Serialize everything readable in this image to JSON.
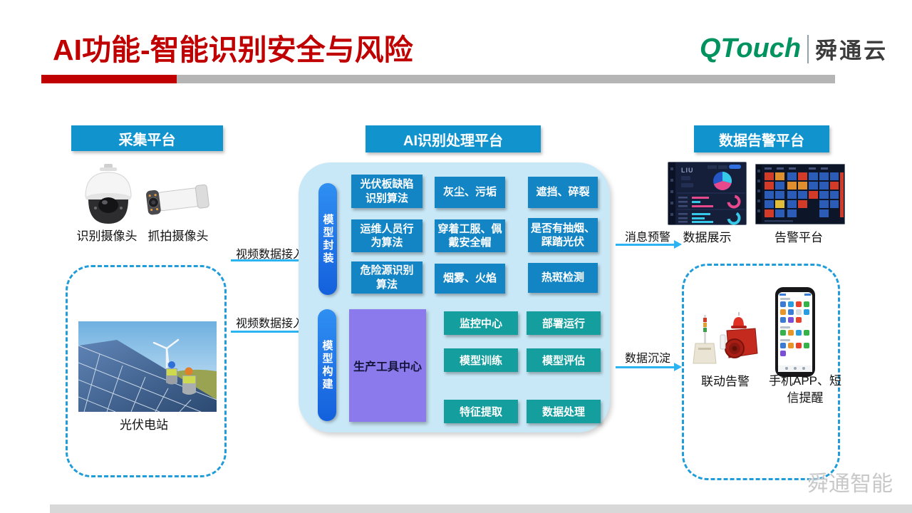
{
  "header": {
    "title": "AI功能-智能识别安全与风险",
    "logo_brand": "QTouch",
    "logo_cn": "舜通云"
  },
  "collection_platform": {
    "title": "采集平台",
    "camera1_label": "识别摄像头",
    "camera2_label": "抓拍摄像头",
    "site_label": "光伏电站"
  },
  "ai_platform": {
    "title": "AI识别处理平台",
    "bar_top": "模型封装",
    "bar_bottom": "模型构建",
    "algo_boxes": [
      {
        "label": "光伏板缺陷\n识别算法"
      },
      {
        "label": "灰尘、污垢"
      },
      {
        "label": "遮挡、碎裂"
      },
      {
        "label": "运维人员行\n为算法"
      },
      {
        "label": "穿着工服、佩\n戴安全帽"
      },
      {
        "label": "是否有抽烟、\n踩踏光伏"
      },
      {
        "label": "危险源识别\n算法"
      },
      {
        "label": "烟雾、火焰"
      },
      {
        "label": "热斑检测"
      }
    ],
    "tool_center": "生产工具中心",
    "teal_boxes": [
      {
        "label": "监控中心"
      },
      {
        "label": "部署运行"
      },
      {
        "label": "模型训练"
      },
      {
        "label": "模型评估"
      },
      {
        "label": "特征提取"
      },
      {
        "label": "数据处理"
      }
    ]
  },
  "alert_platform": {
    "title": "数据告警平台",
    "display_label": "数据展示",
    "alarm_label": "告警平台",
    "linkage_label": "联动告警",
    "phone_label": "手机APP、短\n信提醒",
    "dashboard_text": "LIU"
  },
  "flows": {
    "video1": "视频数据接入",
    "video2": "视频数据接入",
    "message": "消息预警",
    "sediment": "数据沉淀"
  },
  "watermark": "舜通智能",
  "colors": {
    "accent_red": "#c00000",
    "header_blue": "#1193ce",
    "box_blue": "#1385c5",
    "bar_blue": "#1b76e8",
    "teal": "#149e9e",
    "purple": "#8a7aec",
    "container_light_blue": "#c9e8f7",
    "arrow_cyan": "#2bb3f2",
    "dashed_border": "#1f9cd9",
    "logo_green": "#00935f"
  },
  "icons": {
    "arrow": "arrow-right-icon",
    "dome_camera": "dome-camera-image",
    "bullet_camera": "bullet-camera-image",
    "solar_site": "solar-plant-photo",
    "data_display": "data-dashboard-image",
    "alarm_board": "alarm-tiles-image",
    "alarm_device": "siren-alarm-image",
    "phone": "smartphone-app-image"
  }
}
